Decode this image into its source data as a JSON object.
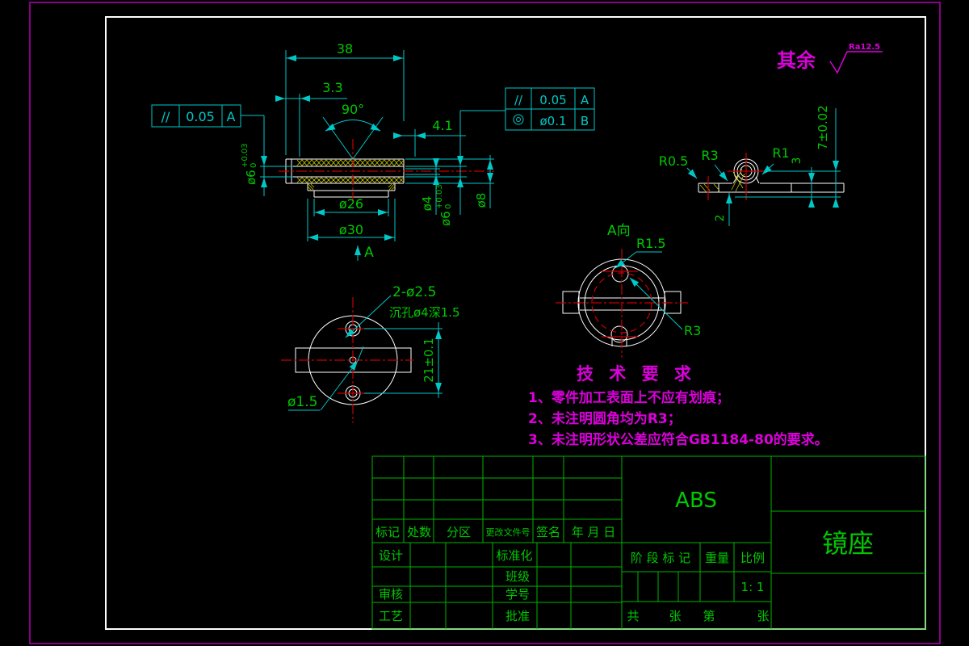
{
  "colors": {
    "background": "#000000",
    "geometry_white": "#ffffff",
    "dimension_cyan": "#00c8c8",
    "text_green": "#00c800",
    "centerline_red": "#c80000",
    "hatch_yellow": "#c8c800",
    "note_magenta": "#dc00dc",
    "border_magenta": "#b400b4",
    "table_green": "#00b400"
  },
  "surface_note": {
    "prefix": "其余",
    "roughness": "Ra12.5",
    "symbol_icon": "surface-finish-check-icon"
  },
  "fcf_left": {
    "symbol": "//",
    "tolerance": "0.05",
    "datum": "A"
  },
  "fcf_right": {
    "row1": {
      "symbol": "//",
      "tolerance": "0.05",
      "datum": "A"
    },
    "row2": {
      "symbol_icon": "concentricity-icon",
      "tolerance": "ø0.1",
      "datum": "B"
    }
  },
  "section_view": {
    "dim_38": "38",
    "dim_33": "3.3",
    "angle_90": "90°",
    "dim_41": "4.1",
    "dia_26": "ø26",
    "dia_30": "ø30",
    "view_arrow": "A",
    "dia6_left": {
      "main": "ø6",
      "tol_upper": "+0.03",
      "tol_lower": "0"
    },
    "dia_4": "ø4",
    "dia6_right": {
      "main": "ø6",
      "tol_upper": "+0.03",
      "tol_lower": "0"
    },
    "dia_8": "ø8"
  },
  "a_view": {
    "label": "A向",
    "r1_5": "R1.5",
    "r3": "R3"
  },
  "plan_view": {
    "holes": "2-ø2.5",
    "counterbore": "沉孔ø4深1.5",
    "dim_21": "21±0.1",
    "dia_1_5": "ø1.5"
  },
  "detail_view": {
    "r0_5": "R0.5",
    "r3": "R3",
    "r1": "R1",
    "dim_3": "3",
    "dim_2": "2",
    "dim_7": "7±0.02"
  },
  "tech_req": {
    "title": "技 术 要 求",
    "item1": "1、零件加工表面上不应有划痕；",
    "item2": "2、未注明圆角均为R3；",
    "item3": "3、未注明形状公差应符合GB1184-80的要求。"
  },
  "title_block": {
    "material": "ABS",
    "part_name": "镜座",
    "rev_headers": {
      "mark": "标记",
      "count": "处数",
      "zone": "分区",
      "doc_no": "更改文件号",
      "signature": "签名",
      "date": "年 月 日"
    },
    "labels": {
      "design": "设计",
      "standard": "标准化",
      "cls": "班级",
      "check": "审核",
      "student_no": "学号",
      "process": "工艺",
      "approve": "批准"
    },
    "stage": "阶 段 标 记",
    "weight": "重量",
    "scale_label": "比例",
    "scale_value": "1: 1",
    "sheet": {
      "total": "共",
      "sheets": "张",
      "no": "第",
      "sheets2": "张"
    }
  }
}
